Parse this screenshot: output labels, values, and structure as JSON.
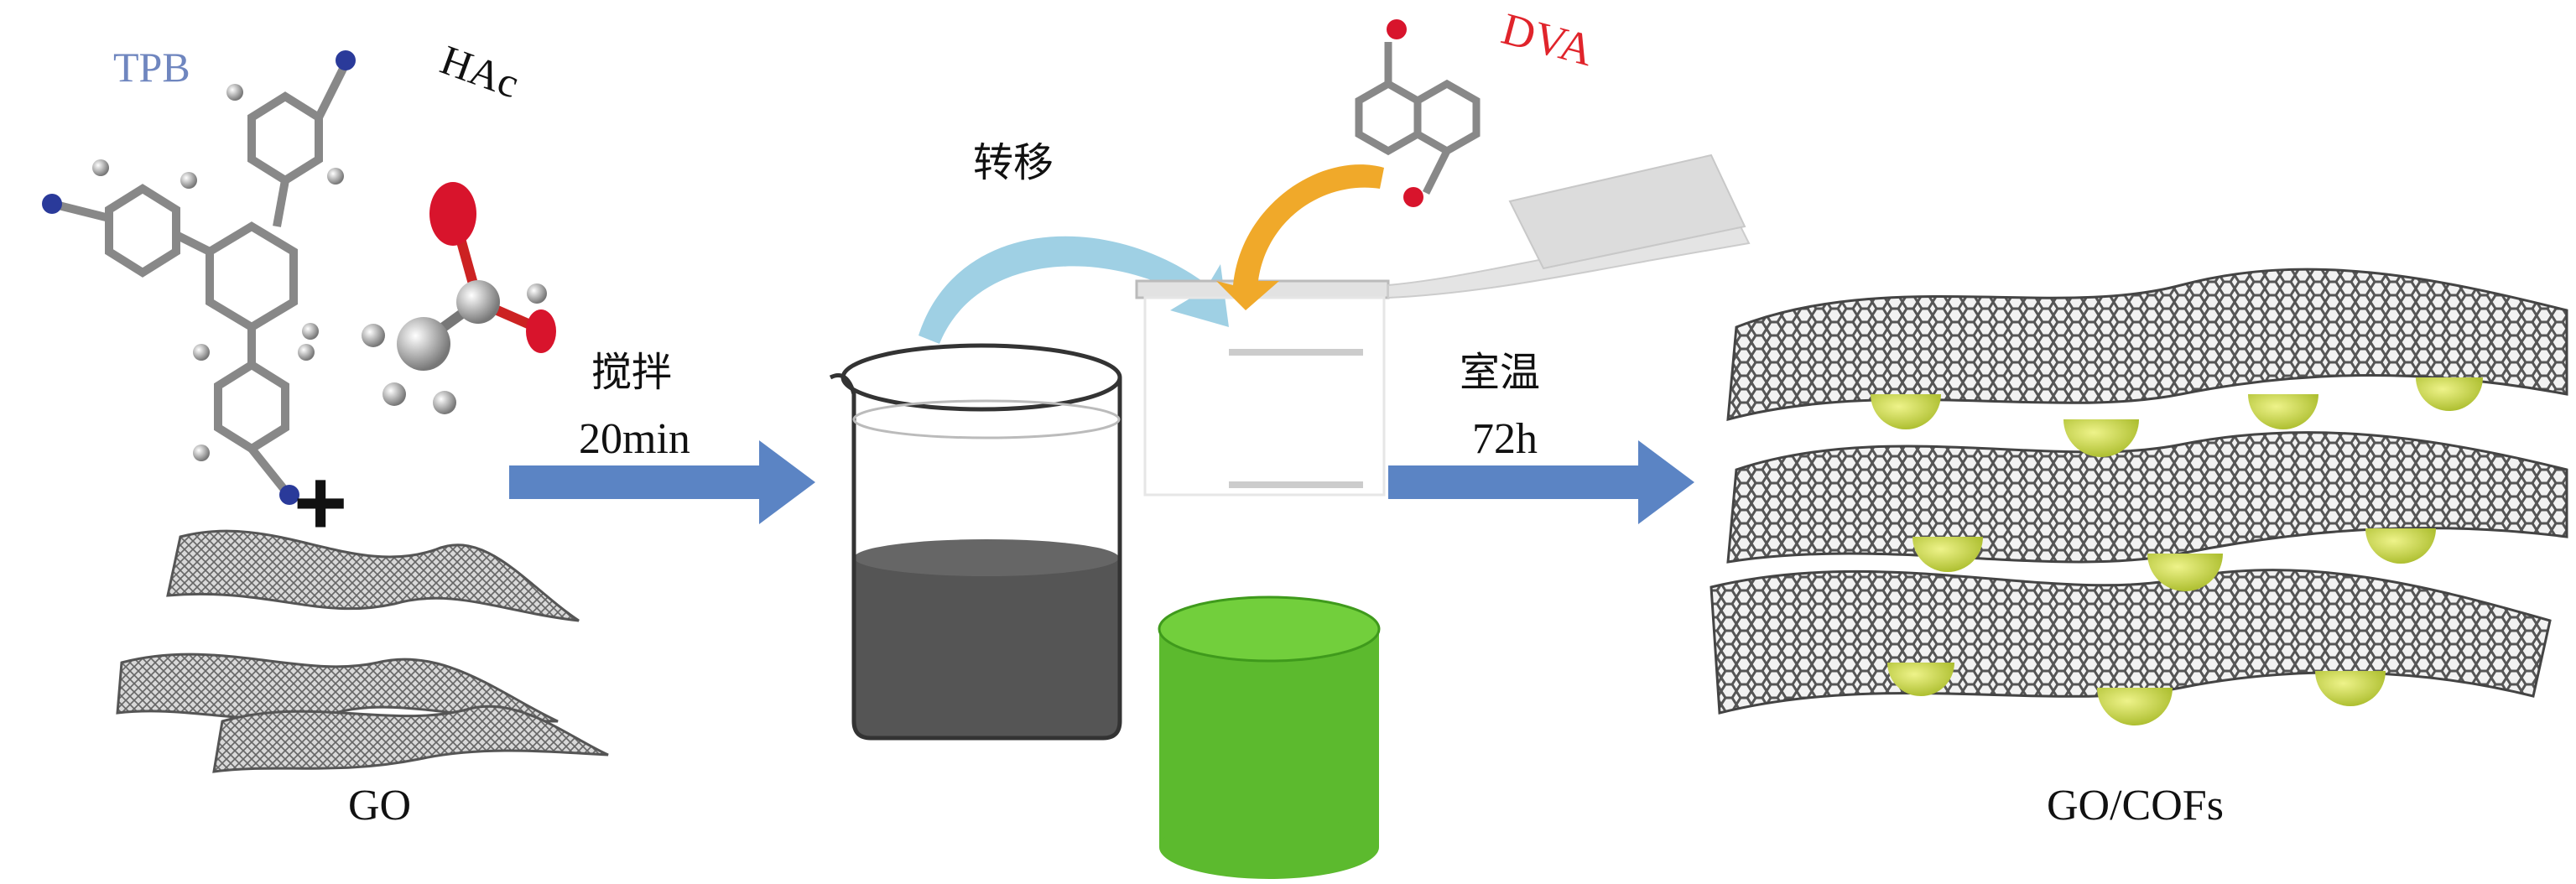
{
  "labels": {
    "tpb": "TPB",
    "hac": "HAc",
    "dva": "DVA",
    "plus": "+",
    "go": "GO",
    "stir": "搅拌",
    "stir_time": "20min",
    "transfer": "转移",
    "room_temp": "室温",
    "reaction_time": "72h",
    "product": "GO/COFs"
  },
  "colors": {
    "tpb": "#6f86bf",
    "dva": "#e0242b",
    "arrow": "#5b84c4",
    "liquid": "#555555",
    "cylinder": "#5cba2e",
    "cof_dome": "#c9d84a",
    "transfer_arrow": "#8fc3dc",
    "dva_arrow": "#f0a92a"
  }
}
